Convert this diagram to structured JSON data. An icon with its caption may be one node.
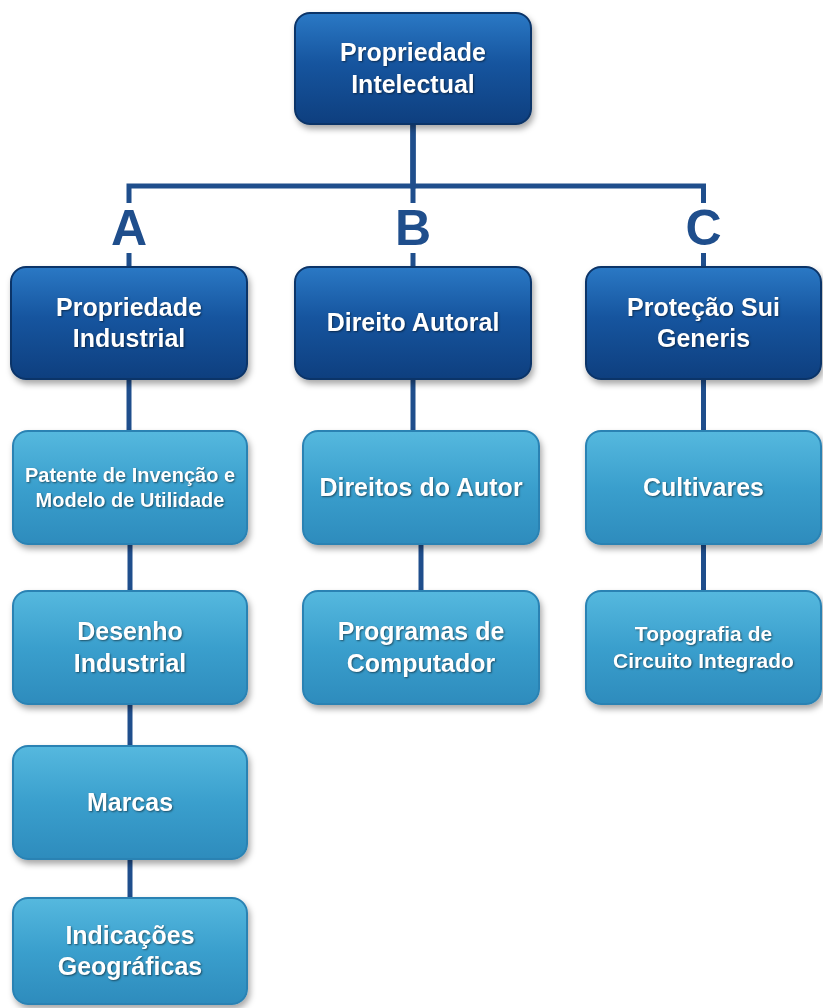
{
  "diagram": {
    "nodes": [
      {
        "text": [
          "Propriedade Intelectual"
        ]
      },
      {
        "text": [
          "Propriedade Industrial"
        ]
      },
      {
        "text": [
          "Direito Autoral"
        ]
      },
      {
        "text": [
          "Proteção Sui Generis"
        ]
      },
      {
        "text": [
          "Patente de Invenção e Modelo de Utilidade"
        ]
      },
      {
        "text": [
          "Desenho Industrial"
        ]
      },
      {
        "text": [
          "Marcas"
        ]
      },
      {
        "text": [
          "Indicações Geográficas"
        ]
      },
      {
        "text": [
          "Direitos do Autor"
        ]
      },
      {
        "text": [
          "Programas de Computador"
        ]
      },
      {
        "text": [
          "Cultivares"
        ]
      },
      {
        "text": [
          "Topografia de Circuito Integrado"
        ]
      }
    ],
    "edges": [
      {
        "from": 0,
        "to": 1,
        "arrow": "none",
        "label": "A"
      },
      {
        "from": 0,
        "to": 2,
        "arrow": "none",
        "label": "B"
      },
      {
        "from": 0,
        "to": 3,
        "arrow": "none",
        "label": "C"
      },
      {
        "from": 1,
        "to": 4,
        "arrow": "none"
      },
      {
        "from": 4,
        "to": 5,
        "arrow": "none"
      },
      {
        "from": 5,
        "to": 6,
        "arrow": "none"
      },
      {
        "from": 6,
        "to": 7,
        "arrow": "none"
      },
      {
        "from": 2,
        "to": 8,
        "arrow": "none"
      },
      {
        "from": 8,
        "to": 9,
        "arrow": "none"
      },
      {
        "from": 3,
        "to": 10,
        "arrow": "none"
      },
      {
        "from": 10,
        "to": 11,
        "arrow": "none"
      }
    ]
  }
}
